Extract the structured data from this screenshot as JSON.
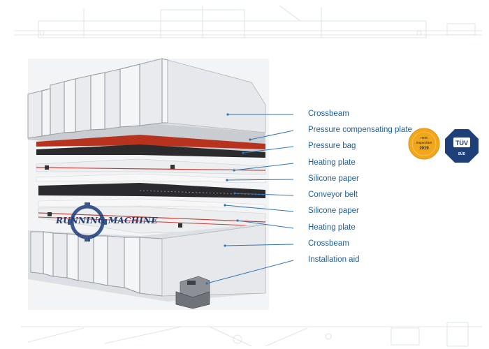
{
  "labels": [
    "Crossbeam",
    "Pressure compensating plate",
    "Pressure bag",
    "Heating plate",
    "Silicone paper",
    "Conveyor belt",
    "Silicone paper",
    "Heating plate",
    "Crossbeam",
    "Installation aid"
  ],
  "watermark": {
    "text": "RUNNING MACHINE"
  },
  "badge_inspection": {
    "line1": "next",
    "line2": "inspection",
    "year": "2019"
  },
  "badge_tuv": {
    "mark": "TÜV",
    "sub": "SÜD"
  },
  "colors": {
    "label_blue": "#1f5f9e",
    "leader_line": "#2f76b8",
    "badge_orange": "#f0a71c",
    "badge_navy": "#1e3f78",
    "pressure_plate_red": "#b8331e",
    "belt_dark": "#2b2b2e"
  }
}
